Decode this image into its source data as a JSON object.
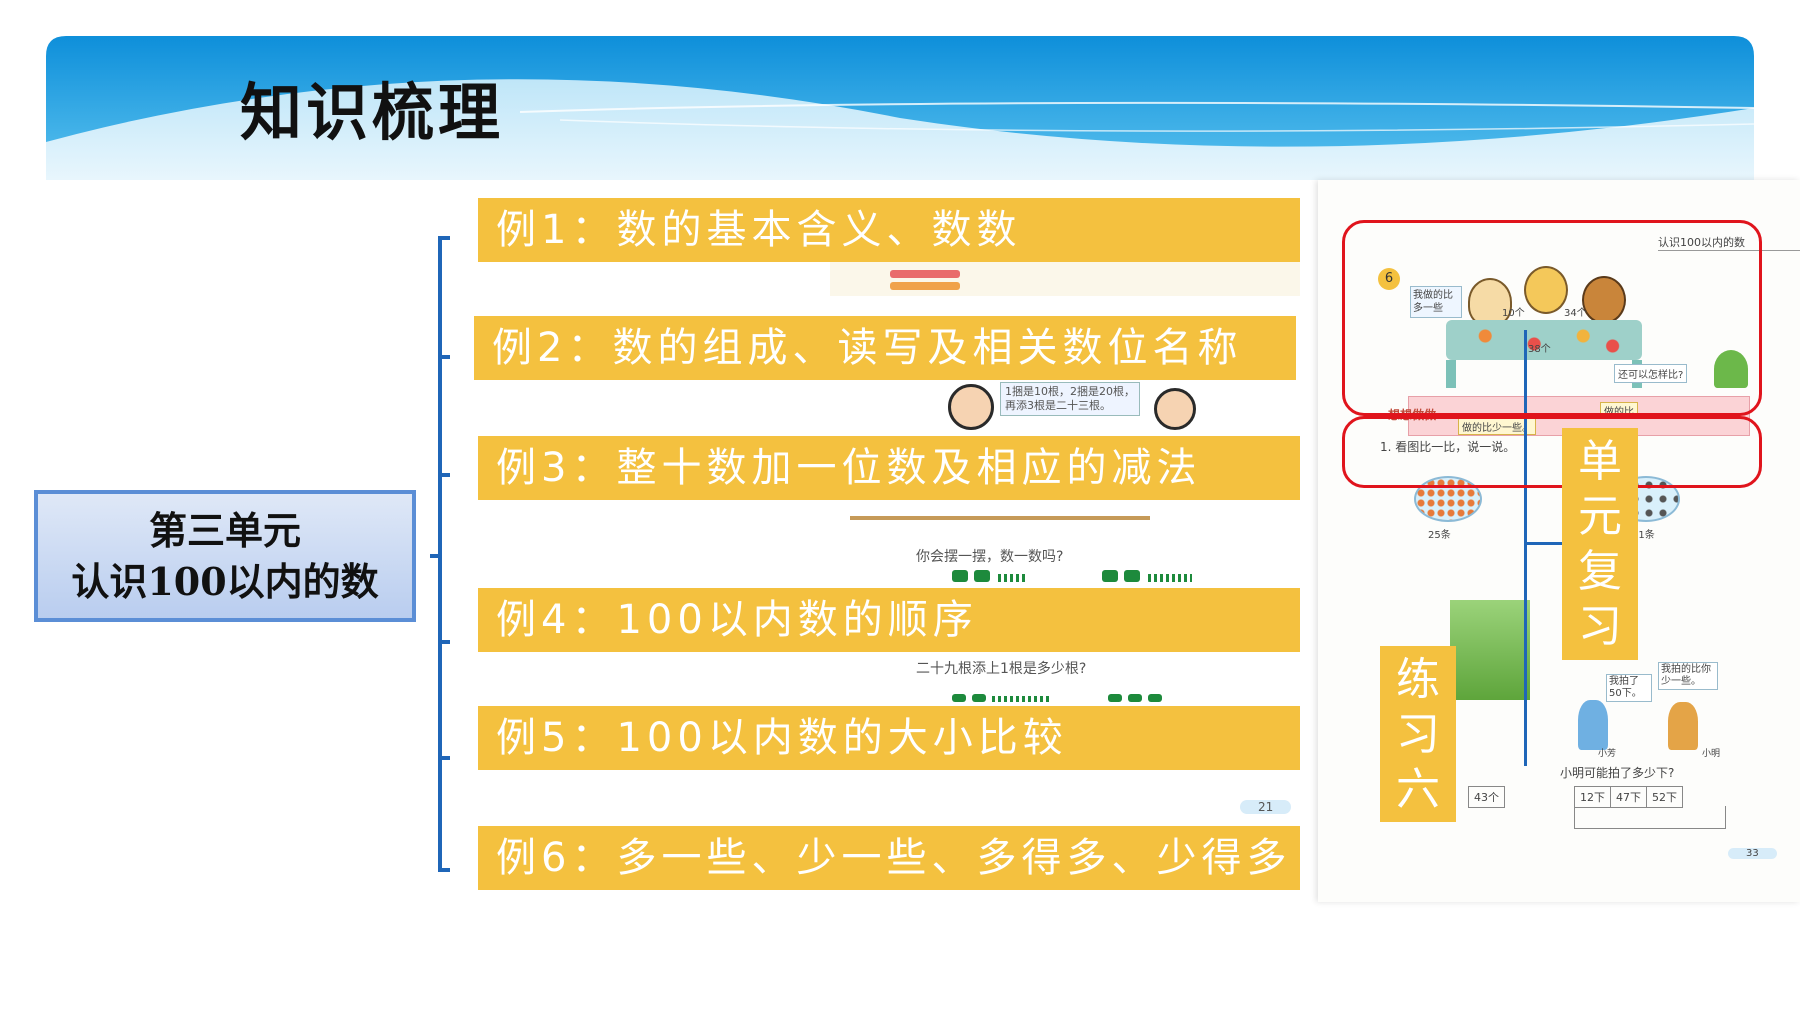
{
  "slide": {
    "title": "知识梳理",
    "unit": {
      "line1": "第三单元",
      "line2": "认识100以内的数"
    },
    "topics": [
      "例1：数的基本含义、数数",
      "例2：数的组成、读写及相关数位名称",
      "例3：整十数加一位数及相应的减法",
      "例4：100以内数的顺序",
      "例5：100以内数的大小比较",
      "例6：多一些、少一些、多得多、少得多"
    ],
    "tags": {
      "review": [
        "单",
        "元",
        "复",
        "习"
      ],
      "practice": [
        "练",
        "习",
        "六"
      ]
    }
  },
  "textbook_left": {
    "bubble": "1捆是10根，2捆是20根，再添3根是二十三根。",
    "question1": "你会摆一摆，数一数吗?",
    "question2": "二十九根添上1根是多少根?",
    "page_no": "21"
  },
  "textbook_right": {
    "header": "认识100以内的数",
    "circle_no": "6",
    "speech_more": "我做的比多一些",
    "count_10": "10个",
    "count_34": "34个",
    "count_38": "38个",
    "speech_compare": "还可以怎样比?",
    "box_a": "做的比少一些。",
    "box_b": "做的比",
    "think": "想想做做",
    "ex1": "1. 看图比一比，说一说。",
    "bowl_a": "25条",
    "bowl_b": "11条",
    "bubble_a": "我拍了50下。",
    "bubble_b": "我拍的比你少一些。",
    "name_a": "小芳",
    "name_b": "小明",
    "question": "小明可能拍了多少下?",
    "choices": [
      "12下",
      "47下",
      "52下"
    ],
    "left_choice": "43个",
    "page_no": "33"
  },
  "colors": {
    "header_blue": "#1a9ae0",
    "topic_yellow": "#f4c13f",
    "bracket_blue": "#1f66b8",
    "unit_border": "#5b8ed6",
    "frame_red": "#e0141c"
  }
}
